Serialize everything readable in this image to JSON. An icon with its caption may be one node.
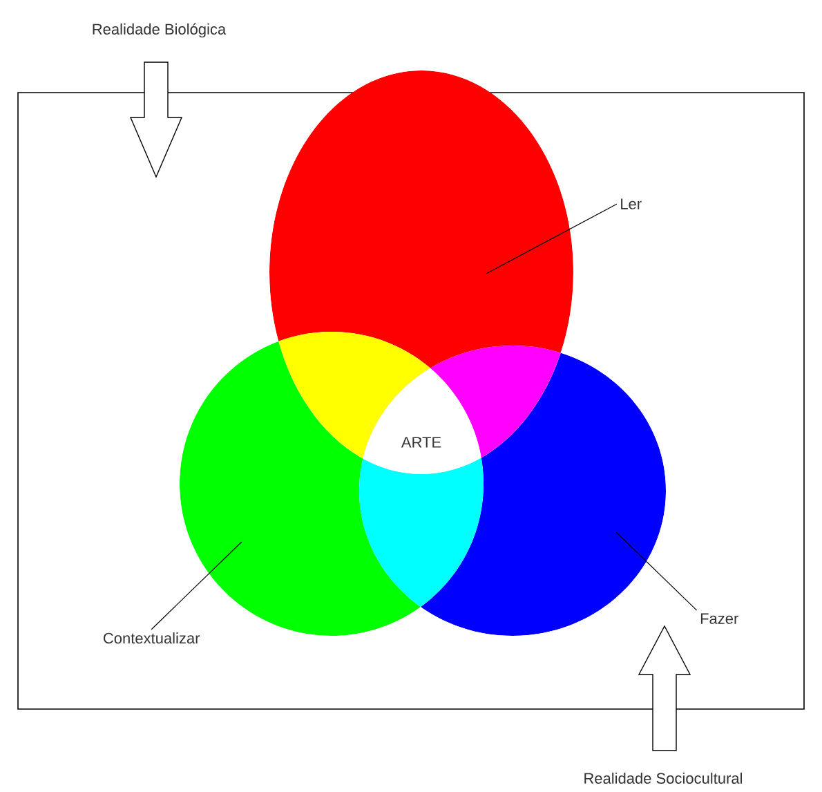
{
  "diagram": {
    "nodes": [
      {
        "text": [
          "Realidade Biológica"
        ]
      },
      {
        "text": [],
        "shape": "box"
      },
      {
        "text": [
          "Ler"
        ],
        "in": 1
      },
      {
        "text": [
          "Contextualizar"
        ],
        "in": 1
      },
      {
        "text": [
          "Fazer"
        ],
        "in": 1
      },
      {
        "text": [
          "Realidade Sociocultural"
        ]
      }
    ],
    "edges": [
      {
        "from": 0,
        "to": 1,
        "arrow": "to"
      },
      {
        "from": 5,
        "to": 1,
        "arrow": "to"
      },
      {
        "from": 2,
        "to": null,
        "arrow": "none"
      },
      {
        "from": 3,
        "to": null,
        "arrow": "none"
      },
      {
        "from": 4,
        "to": null,
        "arrow": "none"
      }
    ],
    "labels": [
      "ARTE"
    ]
  }
}
